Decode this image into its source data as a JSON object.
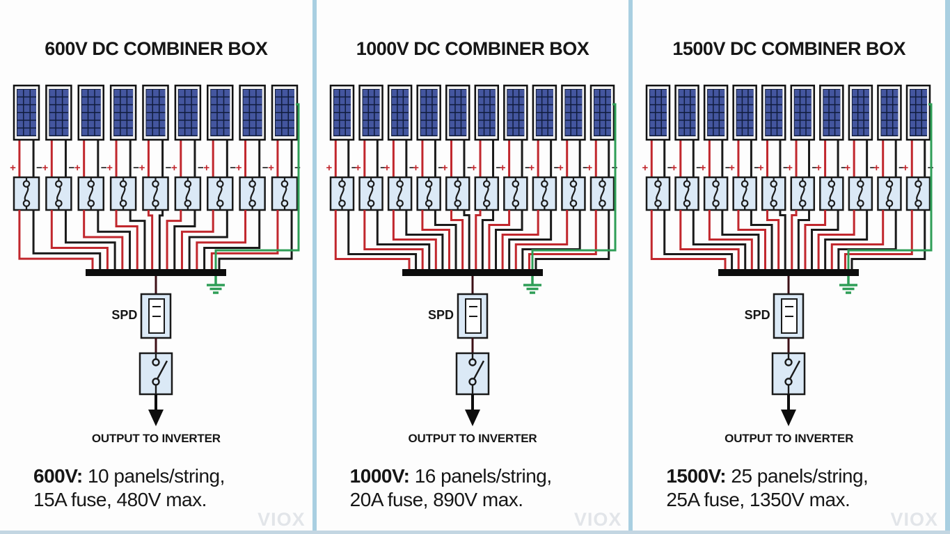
{
  "columns": [
    {
      "title": "600V DC COMBINER BOX",
      "strings": 9,
      "spd_label": "SPD",
      "output_label": "OUTPUT TO INVERTER",
      "spec_bold": "600V:",
      "spec_line1": " 10 panels/string,",
      "spec_line2": "15A fuse, 480V max.",
      "watermark": "VIOX"
    },
    {
      "title": "1000V DC COMBINER BOX",
      "strings": 10,
      "spd_label": "SPD",
      "output_label": "OUTPUT TO INVERTER",
      "spec_bold": "1000V:",
      "spec_line1": " 16 panels/string,",
      "spec_line2": "20A fuse, 890V max.",
      "watermark": "VIOX"
    },
    {
      "title": "1500V DC COMBINER BOX",
      "strings": 10,
      "spd_label": "SPD",
      "output_label": "OUTPUT TO INVERTER",
      "spec_bold": "1500V:",
      "spec_line1": " 25 panels/string,",
      "spec_line2": "25A fuse, 1350V max.",
      "watermark": "VIOX"
    }
  ],
  "labels": {
    "plus": "+",
    "minus": "−"
  },
  "colors": {
    "wire_red": "#c1272d",
    "wire_black": "#1a1a1a",
    "wire_green": "#2f9e57",
    "connector_maroon": "#3d1016",
    "panel_cell": "#44569f",
    "panel_core": "#101c3d",
    "panel_frame": "#f2f2f2",
    "box_fill": "#dbe9f6",
    "box_border": "#1a1a1a",
    "divider_blue": "#a9cfe1"
  }
}
